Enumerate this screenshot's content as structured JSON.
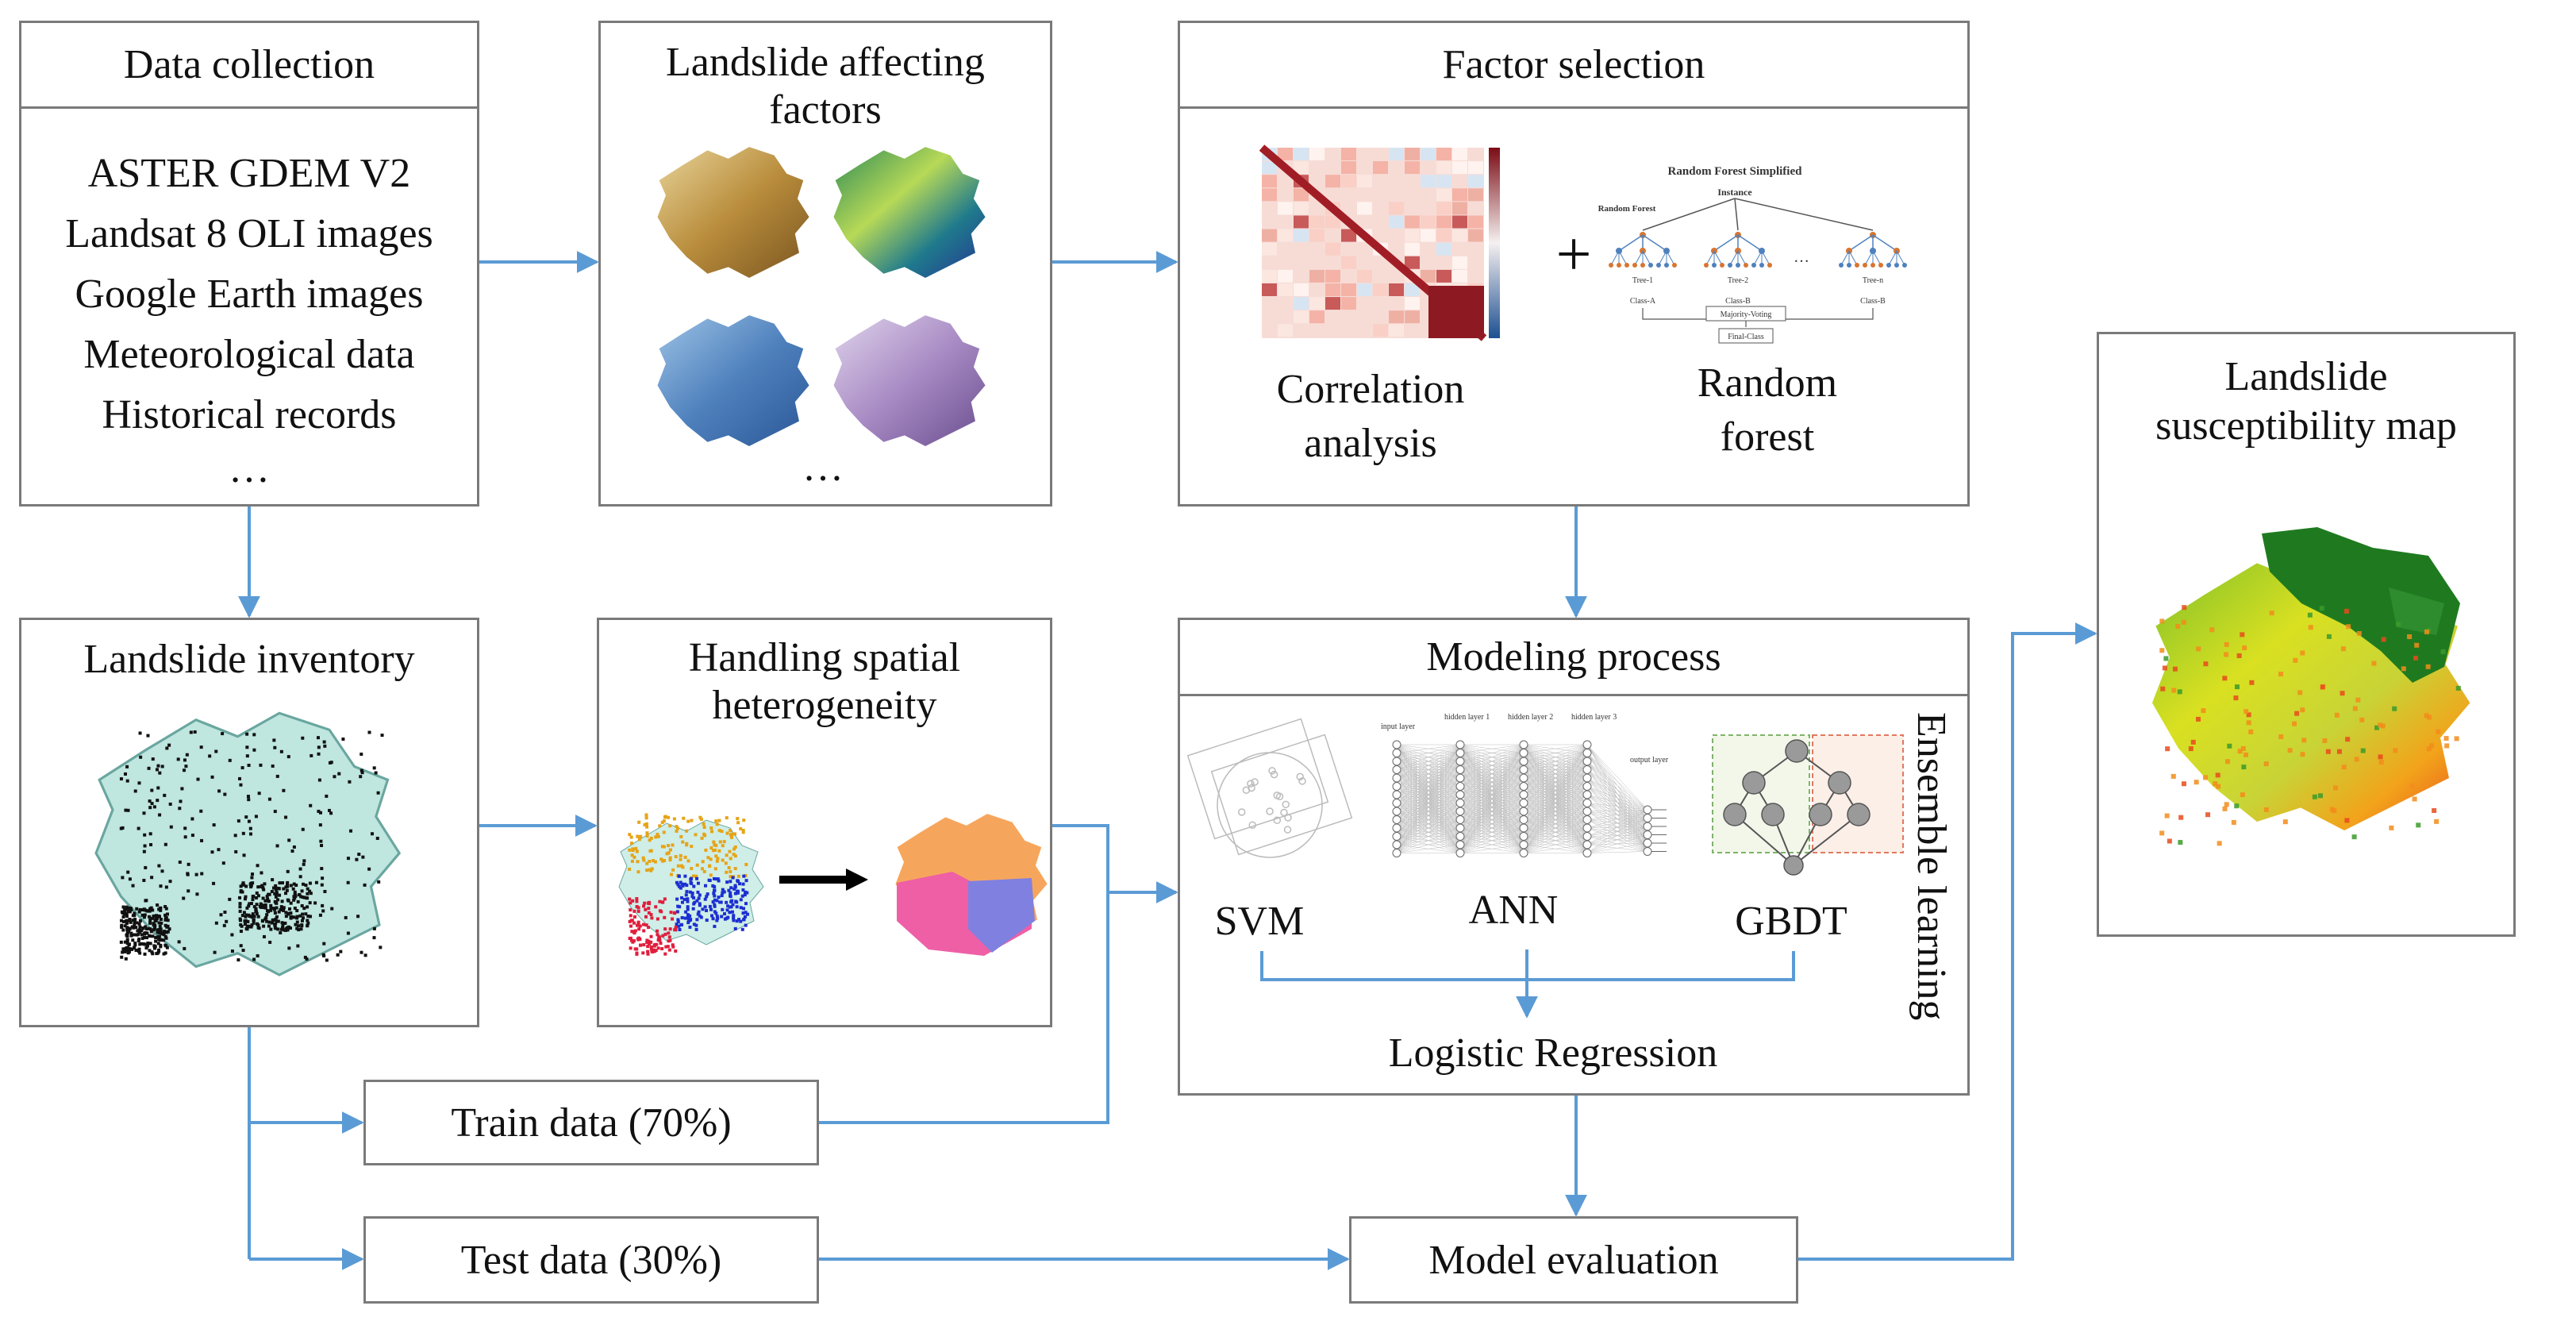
{
  "data_collection": {
    "title": "Data collection",
    "items": [
      "ASTER GDEM V2",
      "Landsat 8 OLI images",
      "Google Earth images",
      "Meteorological data",
      "Historical records",
      "…"
    ]
  },
  "affecting": {
    "title_line1": "Landslide affecting",
    "title_line2": "factors",
    "ellipsis": "…"
  },
  "factor_selection": {
    "title": "Factor selection",
    "plus": "+",
    "corr_line1": "Correlation",
    "corr_line2": "analysis",
    "rf_line1": "Random",
    "rf_line2": "forest",
    "rf_fig": {
      "title": "Random Forest Simplified",
      "instance": "Instance",
      "rf_label": "Random Forest",
      "tree1": "Tree-1",
      "tree2": "Tree-2",
      "treen": "Tree-n",
      "classA": "Class-A",
      "classB": "Class-B",
      "classB2": "Class-B",
      "vote": "Majority-Voting",
      "final": "Final-Class",
      "dots": "…"
    }
  },
  "inventory": {
    "title": "Landslide inventory"
  },
  "heterogeneity": {
    "title_line1": "Handling spatial",
    "title_line2": "heterogeneity"
  },
  "modeling": {
    "title": "Modeling process",
    "svm": "SVM",
    "ann": "ANN",
    "gbdt": "GBDT",
    "logistic": "Logistic Regression",
    "ensemble": "Ensemble learning",
    "ann_fig": {
      "input": "input layer",
      "h1": "hidden layer 1",
      "h2": "hidden layer 2",
      "h3": "hidden layer 3",
      "output": "output layer"
    }
  },
  "susceptibility": {
    "title_line1": "Landslide",
    "title_line2": "susceptibility map"
  },
  "train": {
    "label": "Train data (70%)"
  },
  "test": {
    "label": "Test data (30%)"
  },
  "evaluation": {
    "label": "Model evaluation"
  },
  "colors": {
    "arrow": "#5b9bd5",
    "border": "#7a7a7a"
  }
}
